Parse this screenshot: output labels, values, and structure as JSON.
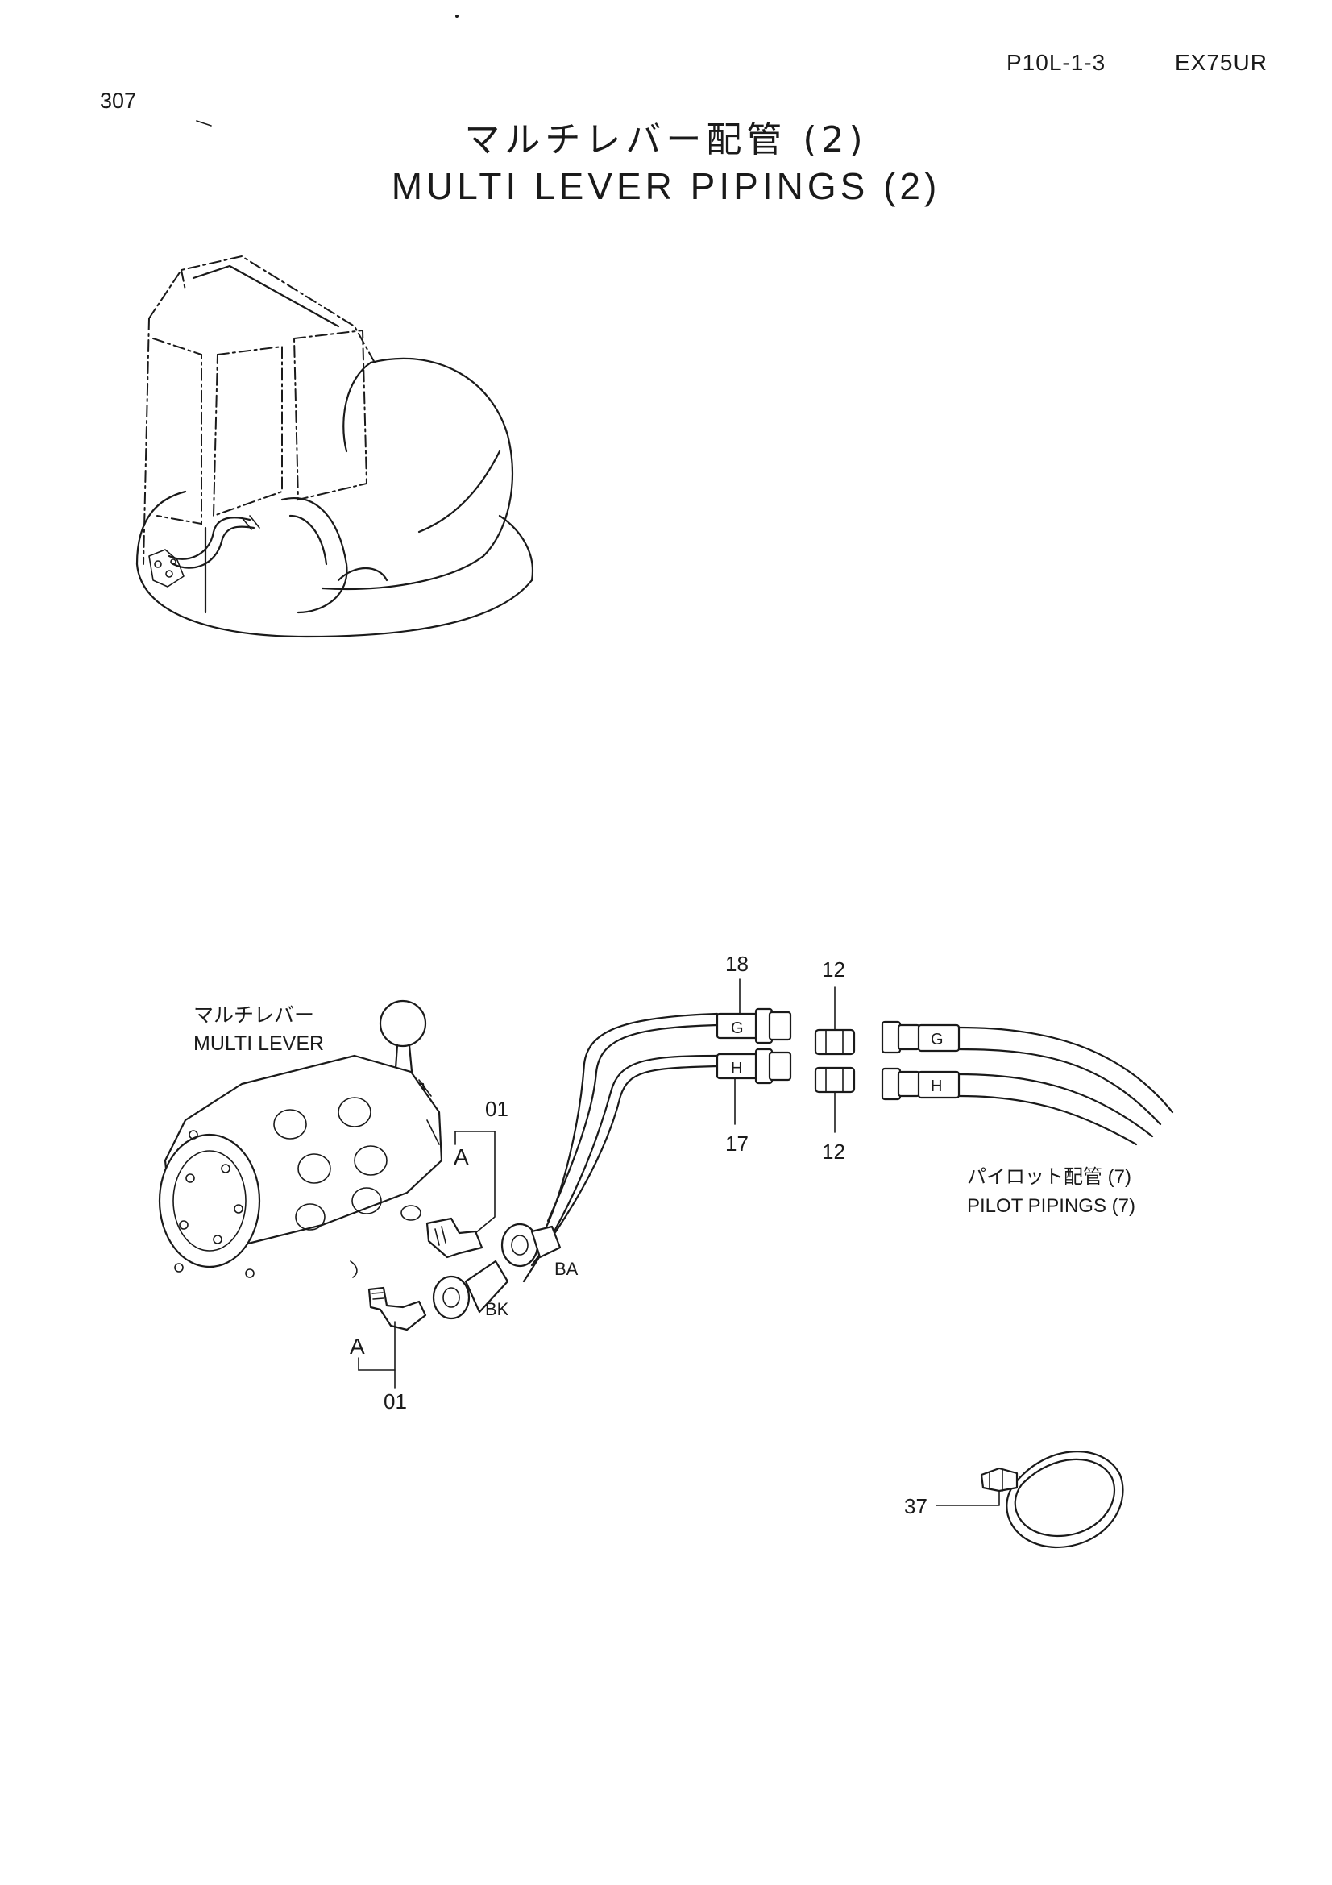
{
  "header": {
    "page_number": "307",
    "code": "P10L-1-3",
    "model": "EX75UR",
    "title_jp": "マルチレバー配管 (2)",
    "title_en": "MULTI LEVER PIPINGS (2)"
  },
  "labels": {
    "multi_lever_jp": "マルチレバー",
    "multi_lever_en": "MULTI LEVER",
    "pilot_jp": "パイロット配管 (7)",
    "pilot_en": "PILOT PIPINGS (7)",
    "part_18": "18",
    "part_17": "17",
    "part_12_top": "12",
    "part_12_bottom": "12",
    "part_01_top": "01",
    "part_01_bottom": "01",
    "part_37": "37",
    "view_a_top": "A",
    "view_a_bottom": "A",
    "hose_g_left": "G",
    "hose_h_left": "H",
    "hose_g_right": "G",
    "hose_h_right": "H",
    "port_ba": "BA",
    "port_bk": "BK"
  }
}
